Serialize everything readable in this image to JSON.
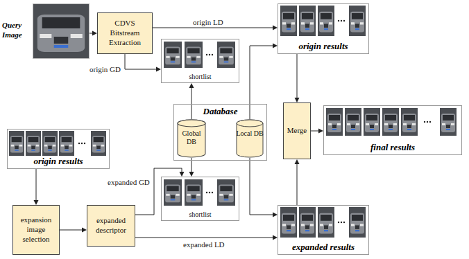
{
  "diagram": {
    "nodes": [
      {
        "text": [
          "Query Image"
        ]
      },
      {
        "text": [
          "CDVS Bitstream Extraction"
        ]
      },
      {
        "text": [
          "shortlist"
        ]
      },
      {
        "text": [
          "origin results"
        ]
      },
      {
        "text": [
          "Database"
        ]
      },
      {
        "text": [
          "Global DB"
        ],
        "in": 4
      },
      {
        "text": [
          "Local DB"
        ],
        "in": 4
      },
      {
        "text": [
          "Merge"
        ]
      },
      {
        "text": [
          "final results"
        ]
      },
      {
        "text": [
          "origin results"
        ]
      },
      {
        "text": [
          "expansion image selection"
        ]
      },
      {
        "text": [
          "expanded descriptor"
        ]
      },
      {
        "text": [
          "shortlist"
        ]
      },
      {
        "text": [
          "expanded results"
        ]
      }
    ],
    "edges": [
      {
        "from": 0,
        "to": 1,
        "arrow": "to"
      },
      {
        "from": 1,
        "to": 3,
        "arrow": "to",
        "label": "origin LD"
      },
      {
        "from": 1,
        "to": 2,
        "arrow": "to",
        "label": "origin GD"
      },
      {
        "from": 5,
        "to": 2,
        "arrow": "to"
      },
      {
        "from": 6,
        "to": 3,
        "arrow": "to"
      },
      {
        "from": 6,
        "to": 13,
        "arrow": "to"
      },
      {
        "from": 3,
        "to": 7,
        "arrow": "to"
      },
      {
        "from": 13,
        "to": 7,
        "arrow": "to"
      },
      {
        "from": 7,
        "to": 8,
        "arrow": "to"
      },
      {
        "from": 9,
        "to": 10,
        "arrow": "to"
      },
      {
        "from": 10,
        "to": 11,
        "arrow": "to"
      },
      {
        "from": 11,
        "to": 13,
        "arrow": "to",
        "label": "expanded LD"
      },
      {
        "from": 11,
        "to": 12,
        "arrow": "to",
        "label": "expanded GD"
      },
      {
        "from": 5,
        "to": 12,
        "arrow": "to"
      }
    ]
  }
}
